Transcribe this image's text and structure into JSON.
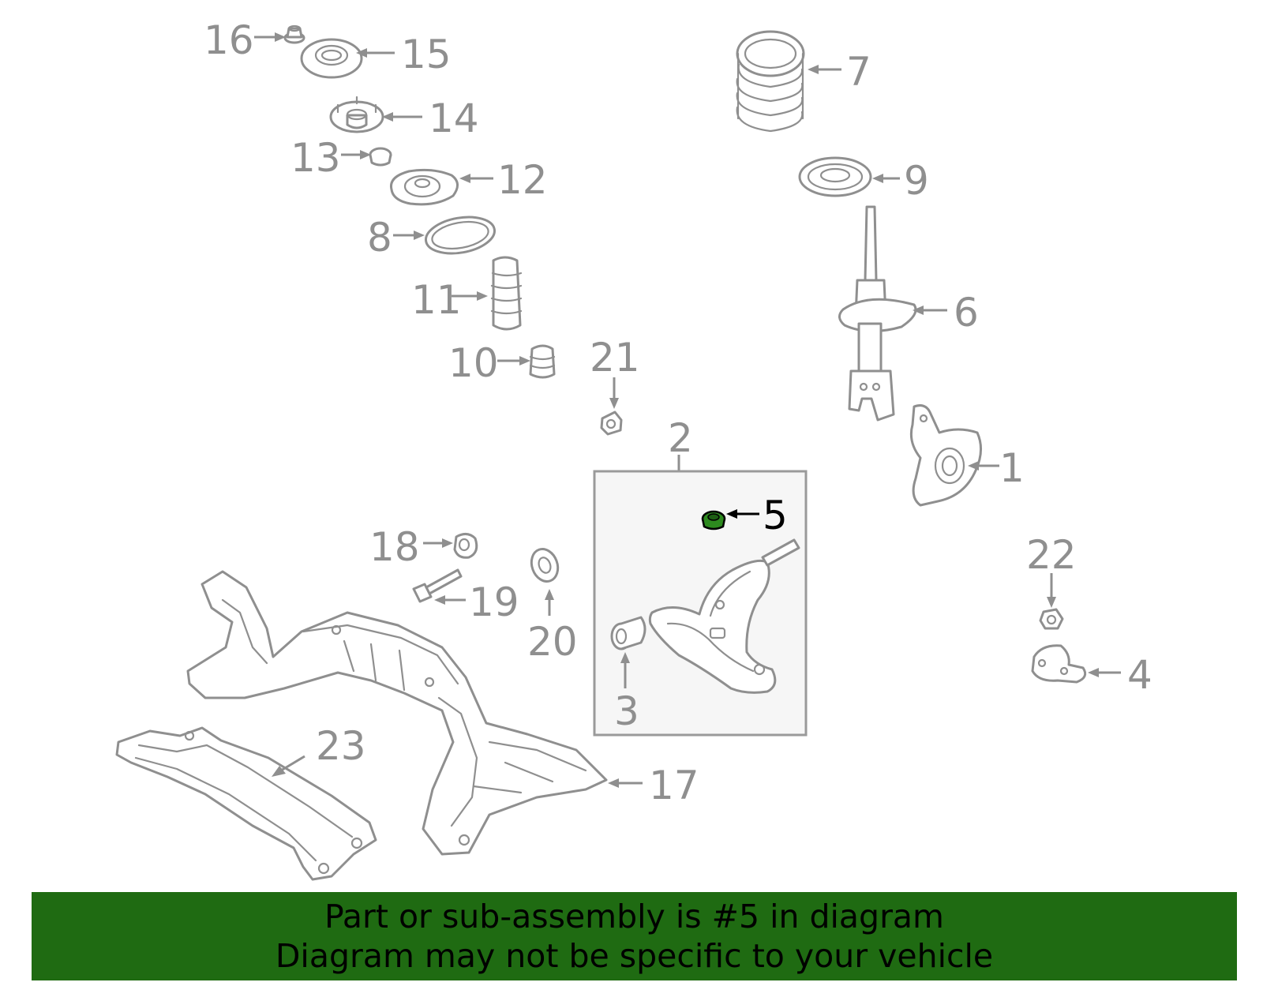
{
  "banner": {
    "line1": "Part or sub-assembly is #5 in diagram",
    "line2": "Diagram may not be specific to your vehicle",
    "color": "#1f6b12"
  },
  "highlight": {
    "part_number": "5",
    "color": "#2d8a1f"
  },
  "callouts": {
    "c1": "1",
    "c2": "2",
    "c3": "3",
    "c4": "4",
    "c5": "5",
    "c6": "6",
    "c7": "7",
    "c8": "8",
    "c9": "9",
    "c10": "10",
    "c11": "11",
    "c12": "12",
    "c13": "13",
    "c14": "14",
    "c15": "15",
    "c16": "16",
    "c17": "17",
    "c18": "18",
    "c19": "19",
    "c20": "20",
    "c21": "21",
    "c22": "22",
    "c23": "23"
  }
}
